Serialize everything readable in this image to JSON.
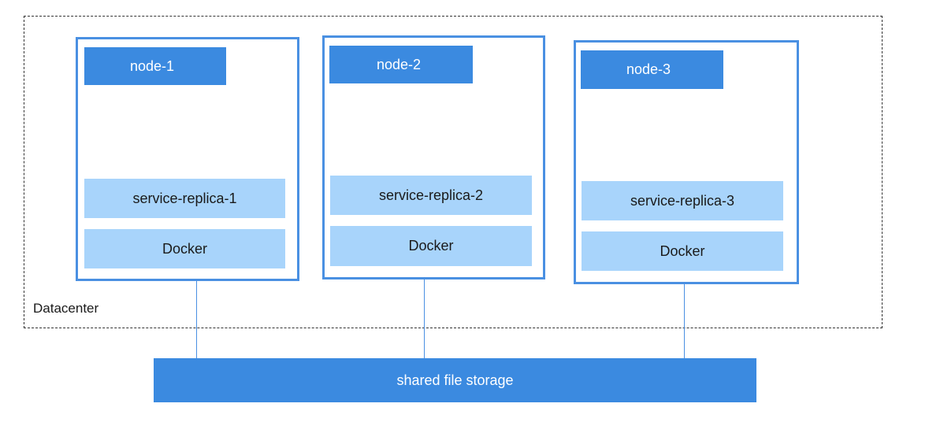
{
  "datacenter": {
    "label": "Datacenter"
  },
  "nodes": [
    {
      "name": "node-1",
      "service": "service-replica-1",
      "runtime": "Docker"
    },
    {
      "name": "node-2",
      "service": "service-replica-2",
      "runtime": "Docker"
    },
    {
      "name": "node-3",
      "service": "service-replica-3",
      "runtime": "Docker"
    }
  ],
  "storage": {
    "label": "shared file storage"
  },
  "colors": {
    "node_border": "#4a90e2",
    "header_fill": "#3b8ae0",
    "layer_fill": "#a8d4fb",
    "storage_fill": "#3b8ae0"
  }
}
